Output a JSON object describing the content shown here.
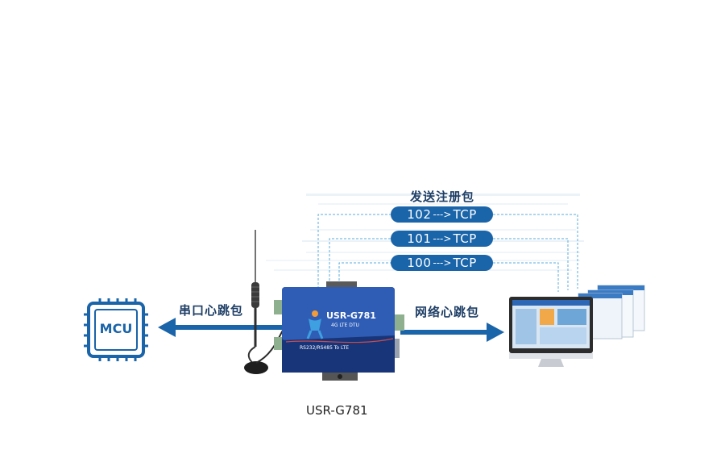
{
  "title": "发送注册包",
  "packets": [
    {
      "num": "102",
      "arrow": "--->",
      "proto": "TCP"
    },
    {
      "num": "101",
      "arrow": "--->",
      "proto": "TCP"
    },
    {
      "num": "100",
      "arrow": "--->",
      "proto": "TCP"
    }
  ],
  "left_label": "串口心跳包",
  "right_label": "网络心跳包",
  "mcu_label": "MCU",
  "device": {
    "model": "USR-G781",
    "subtitle": "4G LTE DTU",
    "bottom_text": "RS232/RS485 To LTE",
    "caption": "USR-G781"
  },
  "colors": {
    "accent": "#1a64a9",
    "dashed": "#5aaedc",
    "device_body": "#1d3f8a"
  }
}
